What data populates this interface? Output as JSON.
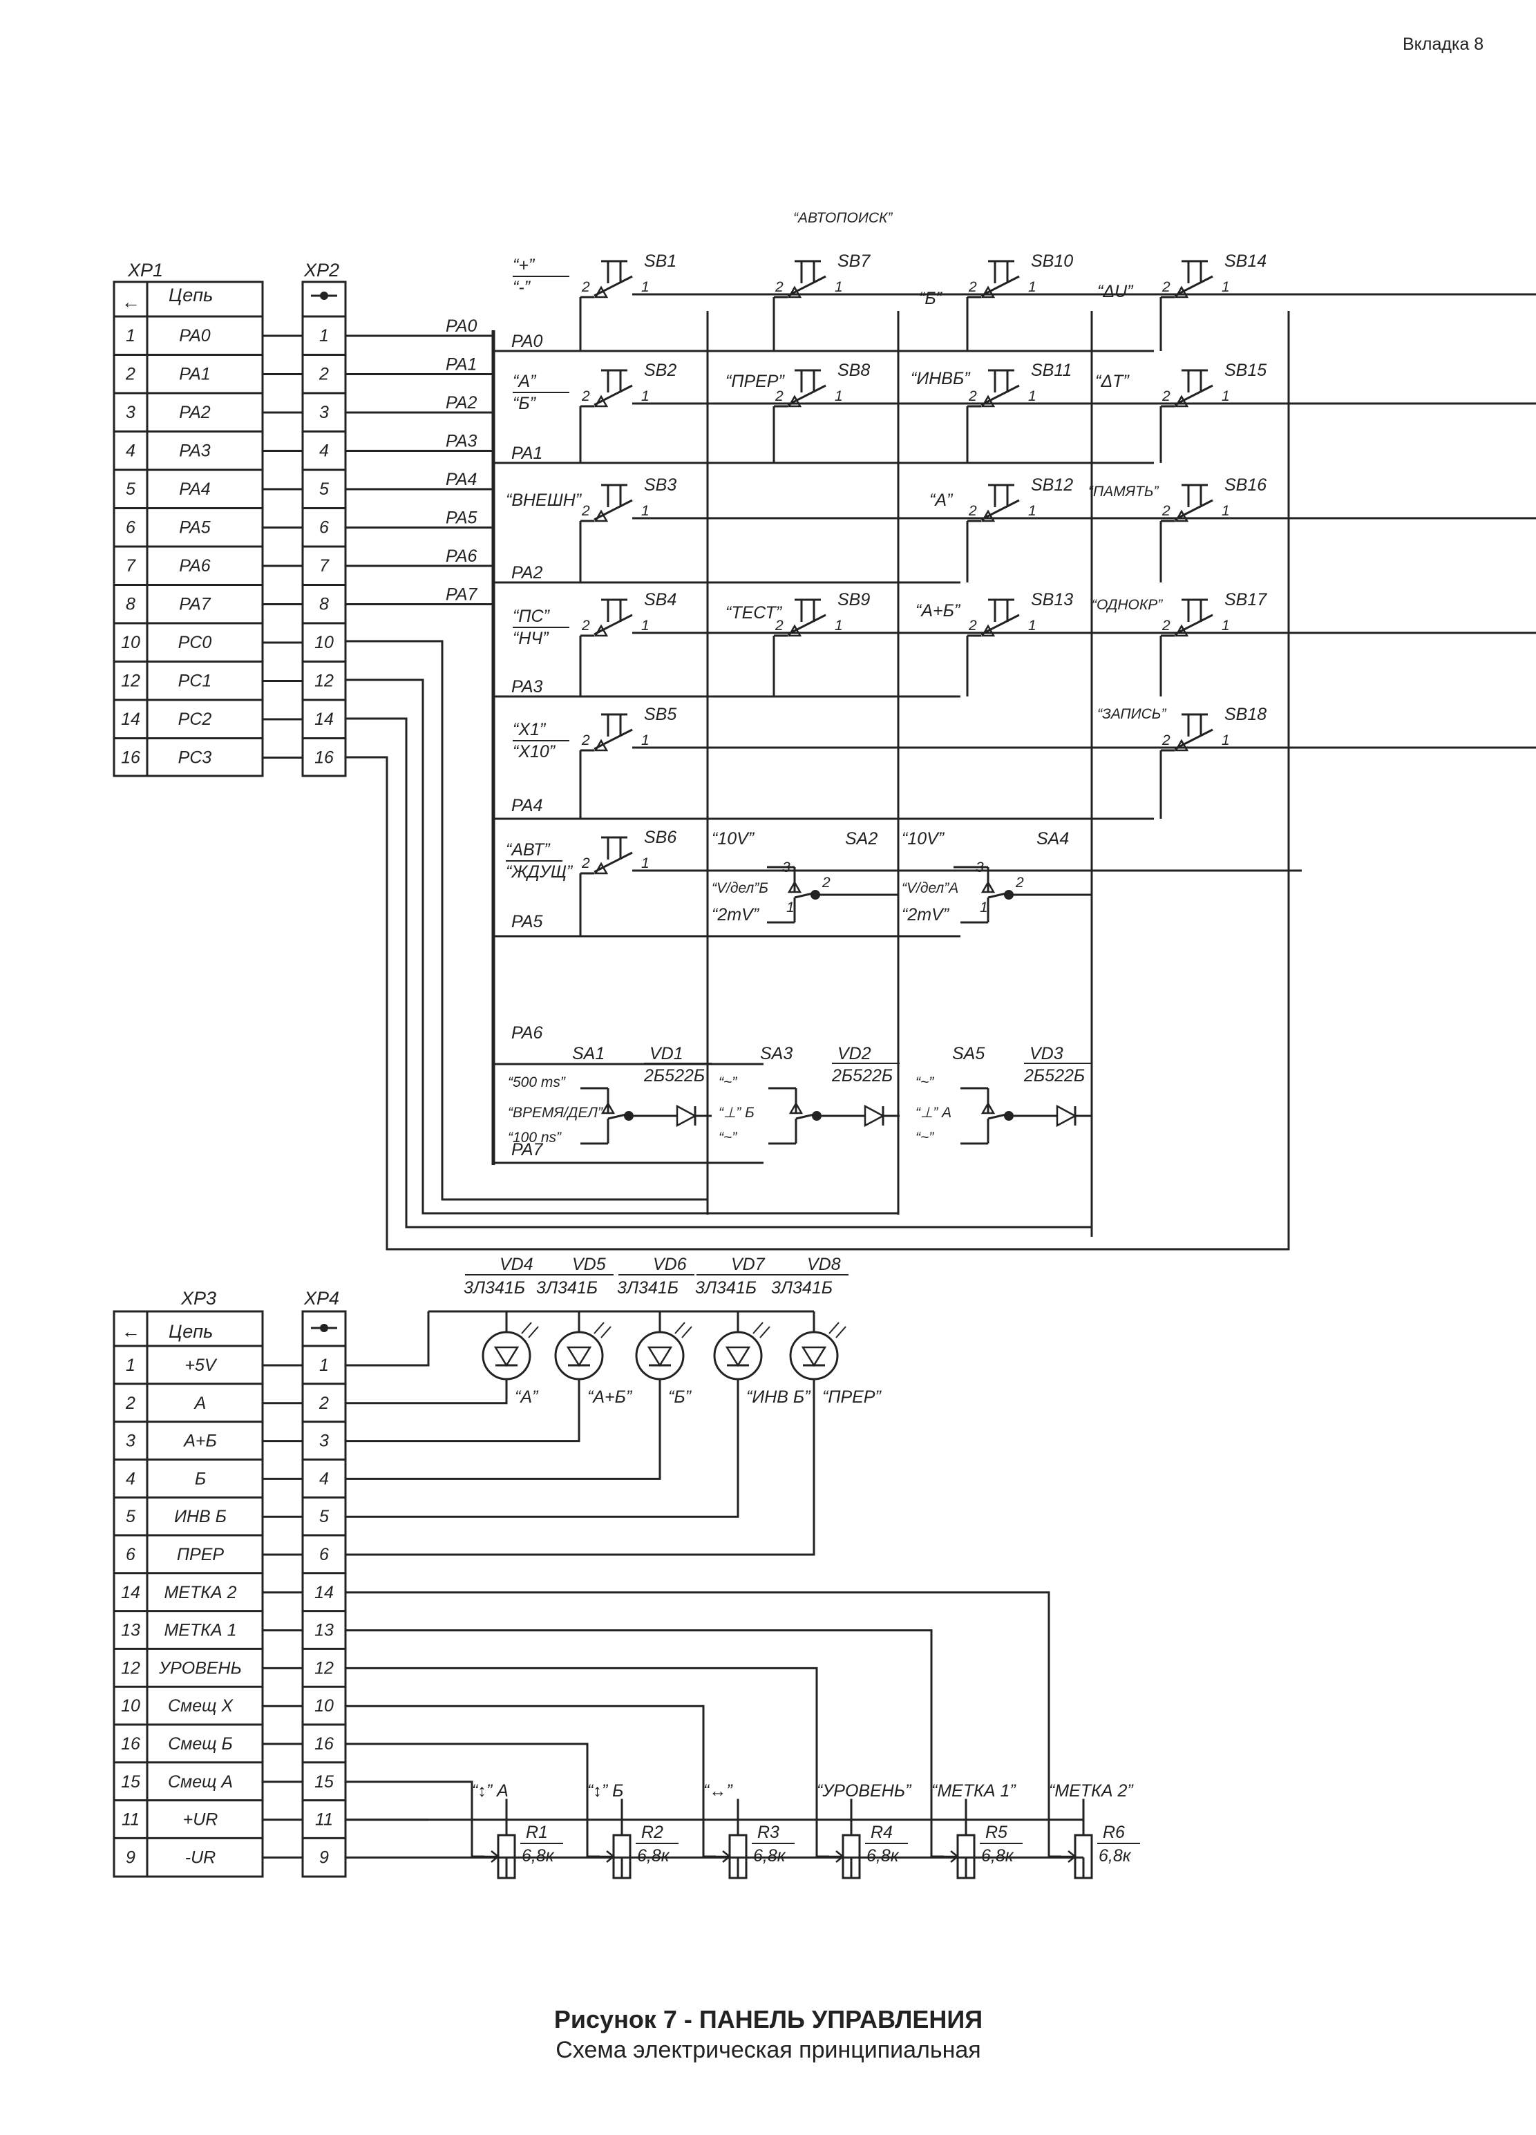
{
  "header": {
    "tab": "Вкладка 8"
  },
  "caption": {
    "title": "Рисунок 7 - ПАНЕЛЬ УПРАВЛЕНИЯ",
    "subtitle": "Схема электрическая принципиальная"
  },
  "connectors": {
    "xp1": {
      "ref": "XP1",
      "col_header": "Цепь",
      "arrow_icon": "←",
      "rows": [
        [
          "1",
          "PA0"
        ],
        [
          "2",
          "PA1"
        ],
        [
          "3",
          "PA2"
        ],
        [
          "4",
          "PA3"
        ],
        [
          "5",
          "PA4"
        ],
        [
          "6",
          "PA5"
        ],
        [
          "7",
          "PA6"
        ],
        [
          "8",
          "PA7"
        ],
        [
          "10",
          "PC0"
        ],
        [
          "12",
          "PC1"
        ],
        [
          "14",
          "PC2"
        ],
        [
          "16",
          "PC3"
        ]
      ]
    },
    "xp2": {
      "ref": "XP2",
      "pins": [
        "1",
        "2",
        "3",
        "4",
        "5",
        "6",
        "7",
        "8",
        "10",
        "12",
        "14",
        "16"
      ]
    },
    "xp3": {
      "ref": "XP3",
      "col_header": "Цепь",
      "arrow_icon": "←",
      "rows": [
        [
          "1",
          "+5V"
        ],
        [
          "2",
          "А"
        ],
        [
          "3",
          "А+Б"
        ],
        [
          "4",
          "Б"
        ],
        [
          "5",
          "ИНВ Б"
        ],
        [
          "6",
          "ПРЕР"
        ],
        [
          "14",
          "МЕТКА 2"
        ],
        [
          "13",
          "МЕТКА 1"
        ],
        [
          "12",
          "УРОВЕНЬ"
        ],
        [
          "10",
          "Смещ X"
        ],
        [
          "16",
          "Смещ Б"
        ],
        [
          "15",
          "Смещ А"
        ],
        [
          "11",
          "+UR"
        ],
        [
          "9",
          "-UR"
        ]
      ]
    },
    "xp4": {
      "ref": "XP4",
      "pins": [
        "1",
        "2",
        "3",
        "4",
        "5",
        "6",
        "14",
        "13",
        "12",
        "10",
        "16",
        "15",
        "11",
        "9"
      ]
    }
  },
  "bus_labels": [
    "PA0",
    "PA1",
    "PA2",
    "PA3",
    "PA4",
    "PA5",
    "PA6",
    "PA7"
  ],
  "row_labels": [
    "PA0",
    "PA1",
    "PA2",
    "PA3",
    "PA4",
    "PA5",
    "PA6",
    "PA7"
  ],
  "autopoisk": "“АВТОПОИСК”",
  "buttons": [
    {
      "ref": "SB1",
      "label": "“+” / “-”"
    },
    {
      "ref": "SB2",
      "label": "“А” / “Б”"
    },
    {
      "ref": "SB3",
      "label": "“ВНЕШН”"
    },
    {
      "ref": "SB4",
      "label": "“ПС” / “НЧ”"
    },
    {
      "ref": "SB5",
      "label": "“X1” / “X10”"
    },
    {
      "ref": "SB6",
      "label": "“АВТ” / “ЖДУЩ”"
    },
    {
      "ref": "SB7",
      "label": ""
    },
    {
      "ref": "SB8",
      "label": "“ПРЕР”"
    },
    {
      "ref": "SB9",
      "label": "“ТЕСТ”"
    },
    {
      "ref": "SB10",
      "label": "“Б”"
    },
    {
      "ref": "SB11",
      "label": "“ИНВБ”"
    },
    {
      "ref": "SB12",
      "label": "“А”"
    },
    {
      "ref": "SB13",
      "label": "“А+Б”"
    },
    {
      "ref": "SB14",
      "label": "“ΔU”"
    },
    {
      "ref": "SB15",
      "label": "“ΔТ”"
    },
    {
      "ref": "SB16",
      "label": "“ПАМЯТЬ”"
    },
    {
      "ref": "SB17",
      "label": "“ОДНОКР”"
    },
    {
      "ref": "SB18",
      "label": "“ЗАПИСЬ”"
    }
  ],
  "switches": [
    {
      "ref": "SA1",
      "l1": "“500 ms”",
      "l2": "“ВРЕМЯ/ДЕЛ”",
      "l3": "“100 ns”"
    },
    {
      "ref": "SA2",
      "l1": "“10V”",
      "l2": "“V/дел”Б",
      "l3": "“2mV”"
    },
    {
      "ref": "SA3",
      "l1": "“~”",
      "l2": "“⊥” Б",
      "l3": "“~”"
    },
    {
      "ref": "SA4",
      "l1": "“10V”",
      "l2": "“V/дел”А",
      "l3": "“2mV”"
    },
    {
      "ref": "SA5",
      "l1": "“~”",
      "l2": "“⊥” А",
      "l3": "“~”"
    }
  ],
  "diodes": [
    {
      "ref": "VD1",
      "type": "2Б522Б"
    },
    {
      "ref": "VD2",
      "type": "2Б522Б"
    },
    {
      "ref": "VD3",
      "type": "2Б522Б"
    }
  ],
  "leds": [
    {
      "ref": "VD4",
      "type": "3Л341Б",
      "label": "“А”"
    },
    {
      "ref": "VD5",
      "type": "3Л341Б",
      "label": "“А+Б”"
    },
    {
      "ref": "VD6",
      "type": "3Л341Б",
      "label": "“Б”"
    },
    {
      "ref": "VD7",
      "type": "3Л341Б",
      "label": "“ИНВ Б”"
    },
    {
      "ref": "VD8",
      "type": "3Л341Б",
      "label": "“ПРЕР”"
    }
  ],
  "resistors": [
    {
      "ref": "R1",
      "value": "6,8к",
      "label": "“↕” А"
    },
    {
      "ref": "R2",
      "value": "6,8к",
      "label": "“↕” Б"
    },
    {
      "ref": "R3",
      "value": "6,8к",
      "label": "“↔”"
    },
    {
      "ref": "R4",
      "value": "6,8к",
      "label": "“УРОВЕНЬ”"
    },
    {
      "ref": "R5",
      "value": "6,8к",
      "label": "“МЕТКА 1”"
    },
    {
      "ref": "R6",
      "value": "6,8к",
      "label": "“МЕТКА 2”"
    }
  ]
}
